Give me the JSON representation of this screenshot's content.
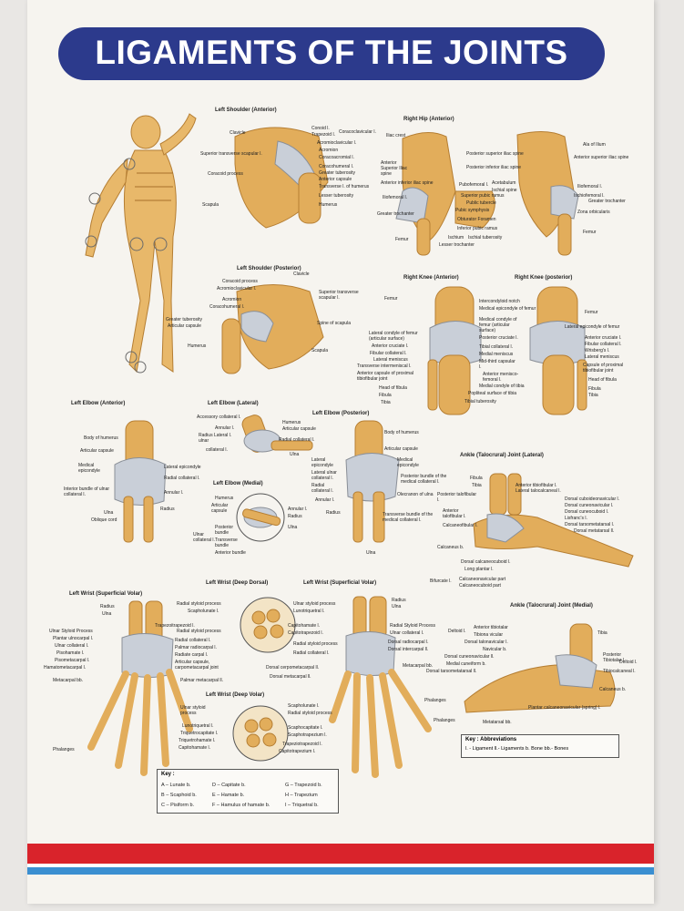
{
  "title": "LIGAMENTS OF THE JOINTS",
  "colors": {
    "banner": "#2c3a8c",
    "bone": "#e2ad5b",
    "ligament": "#c9cfd8",
    "stripe_red": "#d9232b",
    "stripe_blue": "#3a8fd1"
  },
  "panels": {
    "shoulder_ant": {
      "title": "Left Shoulder (Anterior)",
      "labels": [
        "Clavicle",
        "Conoid l.",
        "Trapezoid l.",
        "Coracoclavicular l.",
        "Acromioclavicular l.",
        "Acromion",
        "Coracoacromial l.",
        "Coracohumeral l.",
        "Greater tuberosity",
        "Anterior capsule",
        "Transverse l. of humerus",
        "Lesser tuberosity",
        "Humerus",
        "Superior transverse scapular l.",
        "Coracoid process",
        "Scapula"
      ]
    },
    "hip_ant": {
      "title": "Right Hip (Anterior)",
      "labels": [
        "Iliac crest",
        "Anterior Superior Iliac spine",
        "Posterior superior iliac spine",
        "Posterior inferior iliac spine",
        "Anterior inferior iliac spine",
        "Iliofemoral l.",
        "Pubofemoral l.",
        "Acetabulum",
        "Ischial spine",
        "Superior pubic ramus",
        "Public tubercle",
        "Pubic symphysis",
        "Obturator Foramen",
        "Inferior pubic ramus",
        "Ischium",
        "Ischial tuberosity",
        "Greater trochanter",
        "Lesser trochanter",
        "Femur",
        "Ala of Ilium",
        "Anterior superior iliac spine",
        "Iliofemoral l.",
        "Ischiofemoral l.",
        "Greater trochanter",
        "Zona orbicularis",
        "Femur"
      ]
    },
    "shoulder_post": {
      "title": "Left Shoulder (Posterior)",
      "labels": [
        "Coracoid process",
        "Acromioclavicular l.",
        "Clavicle",
        "Superior transverse scapular l.",
        "Acromion",
        "Coracohumeral l.",
        "Greater tuberosity",
        "Articular capsule",
        "Spine of scapula",
        "Humerus",
        "Scapula"
      ]
    },
    "knee_ant": {
      "title": "Right Knee (Anterior)",
      "labels": [
        "Femur",
        "Intercondyloid notch",
        "Medical epicondyle of femur",
        "Medical condyle of femur (articular surface)",
        "Lateral condyle of femur (articular surface)",
        "Posterior cruciate l.",
        "Anterior cruciate l.",
        "Tibial collateral l.",
        "Fibular collateral l.",
        "Medial meniscus",
        "Lateral meniscus",
        "Mid-third capsular l.",
        "Transverse intermeniscal l.",
        "Anterior menisco-femoral l.",
        "Anterior capsule of proximal tibiofibular joint",
        "Head of fibula",
        "Medial condyle of tibia",
        "Popliteal surface of tibia",
        "Fibula",
        "Tibial tuberosity",
        "Tibia"
      ]
    },
    "knee_post": {
      "title": "Right Knee (posterior)",
      "labels": [
        "Femur",
        "Lateral epicondyle of femur",
        "Anterior cruciate l.",
        "Fibular collateral l.",
        "Wrisberg's l.",
        "Lateral meniscus",
        "Capsule of proximal tibiofibular joint",
        "Head of fibula",
        "Fibula",
        "Tibia"
      ]
    },
    "elbow_ant": {
      "title": "Left Elbow (Anterior)",
      "labels": [
        "Body of humerus",
        "Articular capsule",
        "Medical epicondyle",
        "Lateral epicondyle",
        "Radial collateral l.",
        "Annular l.",
        "Interior bundle of ulnar collateral l.",
        "Radius",
        "Ulna",
        "Oblique cord"
      ]
    },
    "elbow_lat": {
      "title": "Left Elbow (Lateral)",
      "labels": [
        "Accessory collateral l.",
        "Annular l.",
        "Radius Lateral l. ulnar",
        "collateral l.",
        "Humerus",
        "Articular capsule",
        "Radial collateral l.",
        "Ulna"
      ]
    },
    "elbow_med": {
      "title": "Left Elbow (Medial)",
      "labels": [
        "Humerus",
        "Articular capsule",
        "Annular l.",
        "Radius",
        "Ulna",
        "Ulnar collateral l.",
        "Posterior bundle",
        "Transverse bundle",
        "Anterior bundle"
      ]
    },
    "elbow_post": {
      "title": "Left Elbow (Posterior)",
      "labels": [
        "Body of humerus",
        "Articular capsule",
        "Lateral epicondyle",
        "Medical epicondyle",
        "Lateral ulnar collateral l.",
        "Radial collateral l.",
        "Posterior bundle of the medical collateral l.",
        "Annular l.",
        "Olecranon of ulna",
        "Radius",
        "Transverse bundle of the medical collateral l.",
        "Ulna"
      ]
    },
    "ankle_lat": {
      "title": "Ankle (Talocrural) Joint (Lateral)",
      "labels": [
        "Fibula",
        "Tibia",
        "Anterior tibiofibular l.",
        "Lateral talocalcaneal l.",
        "Posterior talofibular l.",
        "Anterior talofibular l.",
        "Calcaneofibular l.",
        "Dorsal cuboideonavicular l.",
        "Dorsal cuneonavicular l.",
        "Dorsal cuneocuboid l.",
        "Lisfranc's l.",
        "Dorsal tarsometatarsal l.",
        "Dorsal metatarsal ll.",
        "Calcaneus b.",
        "Dorsal calcaneocuboid l.",
        "Long plantar l.",
        "Bifurcate l.",
        "Calcaneonavicular part",
        "Calcaneocuboid part"
      ]
    },
    "wrist_sv1": {
      "title": "Left Wrist (Superficial Volar)",
      "labels": [
        "Radius",
        "Ulna",
        "Ulnar Styloid Process",
        "Plantar ulnocarpal l.",
        "Ulnar collateral l.",
        "Pisohamate l.",
        "Pisometacarpal l.",
        "Hamatometacarpal l.",
        "Metacarpal bb.",
        "Radial styloid process",
        "Radial collateral l.",
        "Palmar radiocarpal l.",
        "Radiate carpal l.",
        "Articular capsule, carpometacarpal joint",
        "Palmar metacarpal ll.",
        "Phalanges"
      ]
    },
    "wrist_dd": {
      "title": "Left Wrist (Deep Dorsal)",
      "labels": [
        "Radial styloid process",
        "Scapholunate l.",
        "Trapezoitrapezoid l.",
        "Ulnar styloid process",
        "Lunotriquetral l.",
        "Capitohamate l.",
        "Capitotrapezoid l."
      ]
    },
    "wrist_dv": {
      "title": "Left Wrist (Deep Volar)",
      "labels": [
        "Ulnar styloid process",
        "Lunotriquetral l.",
        "Triquetrocapitate l.",
        "Triquetrohamate l.",
        "Capitohamate l.",
        "Scapholunate l.",
        "Radial styloid process",
        "Scaphocapitate l.",
        "Scaphotrapezium l.",
        "Trapeziotrapezoid l.",
        "Capitotrapezium l."
      ]
    },
    "wrist_sv2": {
      "title": "Left Wrist (Superficial Volar)",
      "labels": [
        "Radius",
        "Ulna",
        "Radial Styloid Process",
        "Ulnar collateral l.",
        "Radial styloid process",
        "Dorsal radiocarpal l.",
        "Radial collateral l.",
        "Dorsal intercarpal ll.",
        "Dorsal cerpometacarpal ll.",
        "Dorsal metacarpal ll.",
        "Metacarpal bb.",
        "Phalanges"
      ]
    },
    "ankle_med": {
      "title": "Ankle (Talocrural) Joint (Medial)",
      "labels": [
        "Tibia",
        "Anterior tibiotalar",
        "Tibiona vicular",
        "Dorsal talonavicular l.",
        "Navicular b.",
        "Dorsal cuneonavicular ll.",
        "Medial cuneiform b.",
        "Dorsal tarsometatarsal ll.",
        "Posterior Tibiotalar l.",
        "Tibiocalcaneal l.",
        "Deltoid l.",
        "Deltoid l.",
        "Calcaneus b.",
        "Phalanges",
        "Metatarsal bb.",
        "Plantar calcaneonavicular (spring) l."
      ]
    }
  },
  "key": {
    "title": "Key :",
    "col1": [
      "A – Lunate b.",
      "B – Scaphoid b.",
      "C – Pisiform b."
    ],
    "col2": [
      "D – Capitate b.",
      "E – Hamate b.",
      "F – Hamulus of hamate b."
    ],
    "col3": [
      "G – Trapezoid b.",
      "H – Trapezium",
      "I – Triquetral b."
    ]
  },
  "abbreviations": {
    "title": "Key : Abbreviations",
    "text": "l. - Ligament   ll.- Ligaments   b. Bone   bb.- Bones"
  }
}
